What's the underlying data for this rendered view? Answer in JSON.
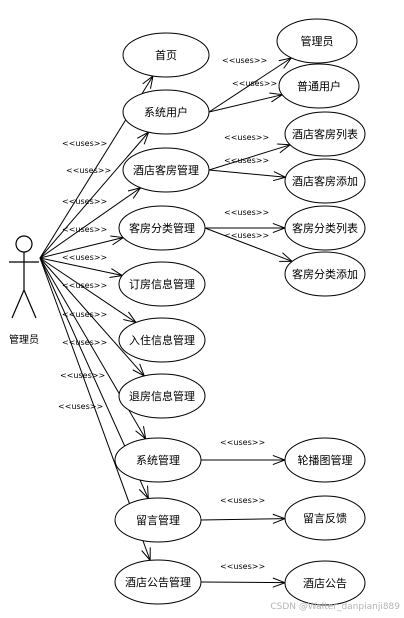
{
  "actor": {
    "label": "管理员"
  },
  "stereotype": "<<uses>>",
  "main_use_cases": [
    {
      "id": "uc-home",
      "label": "首页"
    },
    {
      "id": "uc-system-user",
      "label": "系统用户"
    },
    {
      "id": "uc-room-mgmt",
      "label": "酒店客房管理"
    },
    {
      "id": "uc-room-category",
      "label": "客房分类管理"
    },
    {
      "id": "uc-booking-info",
      "label": "订房信息管理"
    },
    {
      "id": "uc-checkin-info",
      "label": "入住信息管理"
    },
    {
      "id": "uc-checkout-info",
      "label": "退房信息管理"
    },
    {
      "id": "uc-system-mgmt",
      "label": "系统管理"
    },
    {
      "id": "uc-message-mgmt",
      "label": "留言管理"
    },
    {
      "id": "uc-notice-mgmt",
      "label": "酒店公告管理"
    }
  ],
  "sub_use_cases": [
    {
      "id": "uc-admin",
      "label": "管理员",
      "parent": "uc-system-user"
    },
    {
      "id": "uc-normal-user",
      "label": "普通用户",
      "parent": "uc-system-user"
    },
    {
      "id": "uc-room-list",
      "label": "酒店客房列表",
      "parent": "uc-room-mgmt"
    },
    {
      "id": "uc-room-add",
      "label": "酒店客房添加",
      "parent": "uc-room-mgmt"
    },
    {
      "id": "uc-category-list",
      "label": "客房分类列表",
      "parent": "uc-room-category"
    },
    {
      "id": "uc-category-add",
      "label": "客房分类添加",
      "parent": "uc-room-category"
    },
    {
      "id": "uc-carousel",
      "label": "轮播图管理",
      "parent": "uc-system-mgmt"
    },
    {
      "id": "uc-feedback",
      "label": "留言反馈",
      "parent": "uc-message-mgmt"
    },
    {
      "id": "uc-notice",
      "label": "酒店公告",
      "parent": "uc-notice-mgmt"
    }
  ],
  "watermark": "CSDN @Walter_danpianji889"
}
